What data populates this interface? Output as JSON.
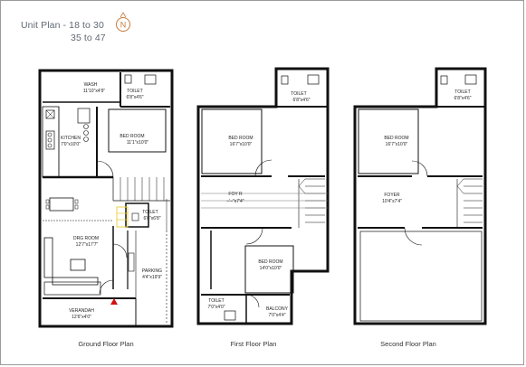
{
  "header": {
    "title_line1": "Unit Plan - 18 to 30",
    "title_line2": "35 to 47",
    "north_label": "N"
  },
  "colors": {
    "wall": "#111111",
    "line": "#333333",
    "stair_highlight": "#e8d24a",
    "entry_marker": "#d01010"
  },
  "ground": {
    "caption": "Ground Floor Plan",
    "wash": {
      "name": "WASH",
      "size": "11'10\"x4'9\""
    },
    "toilet": {
      "name": "TOILET",
      "size": "6'8\"x4'6\""
    },
    "kitchen": {
      "name": "KITCHEN",
      "size": "7'0\"x10'0\""
    },
    "bedroom": {
      "name": "BED ROOM",
      "size": "11'1\"x10'0\""
    },
    "toilet2": {
      "name": "TOILET",
      "size": "6'8\"x6'8\""
    },
    "drg": {
      "name": "DRG ROOM",
      "size": "12'7\"x17'7\""
    },
    "parking": {
      "name": "PARKING",
      "size": "4'4\"x19'9\""
    },
    "verandah": {
      "name": "VERANDAH",
      "size": "12'6\"x4'0\""
    }
  },
  "first": {
    "caption": "First Floor Plan",
    "toilet": {
      "name": "TOILET",
      "size": "6'8\"x4'6\""
    },
    "bedroom1": {
      "name": "BED ROOM",
      "size": "16'7\"x10'0\""
    },
    "foyer": {
      "name": "FOY R",
      "size": "–'–\"x7'4\""
    },
    "bedroom2": {
      "name": "BED ROOM",
      "size": "14'0\"x10'0\""
    },
    "toilet2": {
      "name": "TOILET",
      "size": "7'0\"x4'0\""
    },
    "balcony": {
      "name": "BALCONY",
      "size": "7'0\"x4'4\""
    }
  },
  "second": {
    "caption": "Second Floor Plan",
    "toilet": {
      "name": "TOILET",
      "size": "6'8\"x4'6\""
    },
    "bedroom": {
      "name": "BED ROOM",
      "size": "16'7\"x10'0\""
    },
    "foyer": {
      "name": "FOYER",
      "size": "10'4\"x7'4\""
    }
  }
}
